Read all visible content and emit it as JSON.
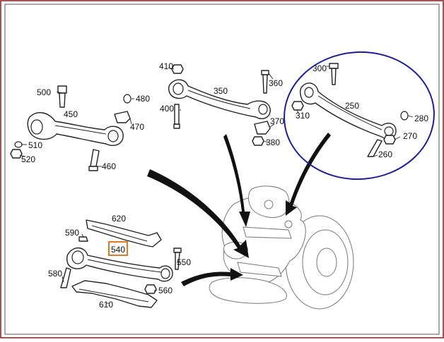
{
  "colors": {
    "frame_border": "#8b1a1a",
    "highlight_circle": "#1c1c9c",
    "highlight_box": "#e07a1e",
    "line": "#222222"
  },
  "labels": {
    "p250": "250",
    "p260": "260",
    "p270": "270",
    "p280": "280",
    "p300": "300",
    "p310": "310",
    "p350": "350",
    "p360": "360",
    "p370": "370",
    "p380": "380",
    "p400": "400",
    "p410": "410",
    "p450": "450",
    "p460": "460",
    "p470": "470",
    "p480": "480",
    "p500": "500",
    "p510": "510",
    "p520": "520",
    "p540": "540",
    "p550": "550",
    "p560": "560",
    "p580": "580",
    "p590": "590",
    "p610": "610",
    "p620": "620"
  }
}
